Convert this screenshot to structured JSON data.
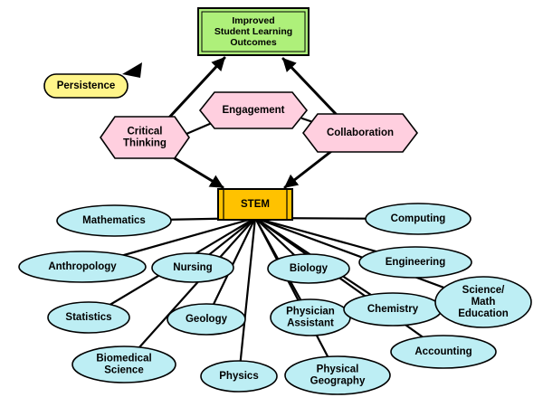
{
  "colors": {
    "outcomes_fill": "#aef07a",
    "stem_fill": "#ffc200",
    "skill_fill": "#ffcfdf",
    "discipline_fill": "#bdeef4",
    "persistence_fill": "#fff58a",
    "outline": "#000000"
  },
  "nodes": {
    "outcomes": {
      "lines": [
        "Improved",
        "Student Learning",
        "Outcomes"
      ]
    },
    "stem": {
      "lines": [
        "STEM"
      ]
    },
    "persistence": {
      "lines": [
        "Persistence"
      ]
    },
    "engagement": {
      "lines": [
        "Engagement"
      ]
    },
    "critical_thinking": {
      "lines": [
        "Critical",
        "Thinking"
      ]
    },
    "collaboration": {
      "lines": [
        "Collaboration"
      ]
    },
    "mathematics": {
      "lines": [
        "Mathematics"
      ]
    },
    "computing": {
      "lines": [
        "Computing"
      ]
    },
    "anthropology": {
      "lines": [
        "Anthropology"
      ]
    },
    "nursing": {
      "lines": [
        "Nursing"
      ]
    },
    "biology": {
      "lines": [
        "Biology"
      ]
    },
    "engineering": {
      "lines": [
        "Engineering"
      ]
    },
    "statistics": {
      "lines": [
        "Statistics"
      ]
    },
    "geology": {
      "lines": [
        "Geology"
      ]
    },
    "physician_assistant": {
      "lines": [
        "Physician",
        "Assistant"
      ]
    },
    "chemistry": {
      "lines": [
        "Chemistry"
      ]
    },
    "science_math_education": {
      "lines": [
        "Science/",
        "Math",
        "Education"
      ]
    },
    "accounting": {
      "lines": [
        "Accounting"
      ]
    },
    "biomedical_science": {
      "lines": [
        "Biomedical",
        "Science"
      ]
    },
    "physics": {
      "lines": [
        "Physics"
      ]
    },
    "physical_geography": {
      "lines": [
        "Physical",
        "Geography"
      ]
    }
  },
  "edges": [
    {
      "from": "critical_thinking",
      "to": "outcomes",
      "arrow": true
    },
    {
      "from": "collaboration",
      "to": "outcomes",
      "arrow": true
    },
    {
      "from": "critical_thinking",
      "to": "stem",
      "arrow": true
    },
    {
      "from": "collaboration",
      "to": "stem",
      "arrow": true
    },
    {
      "from": "critical_thinking",
      "to": "engagement",
      "arrow": false
    },
    {
      "from": "engagement",
      "to": "collaboration",
      "arrow": false
    },
    {
      "from": "stem",
      "to": "mathematics",
      "arrow": false
    },
    {
      "from": "stem",
      "to": "computing",
      "arrow": false
    },
    {
      "from": "stem",
      "to": "anthropology",
      "arrow": false
    },
    {
      "from": "stem",
      "to": "nursing",
      "arrow": false
    },
    {
      "from": "stem",
      "to": "biology",
      "arrow": false
    },
    {
      "from": "stem",
      "to": "engineering",
      "arrow": false
    },
    {
      "from": "stem",
      "to": "statistics",
      "arrow": false
    },
    {
      "from": "stem",
      "to": "geology",
      "arrow": false
    },
    {
      "from": "stem",
      "to": "physician_assistant",
      "arrow": false
    },
    {
      "from": "stem",
      "to": "chemistry",
      "arrow": false
    },
    {
      "from": "stem",
      "to": "science_math_education",
      "arrow": false
    },
    {
      "from": "stem",
      "to": "accounting",
      "arrow": false
    },
    {
      "from": "stem",
      "to": "biomedical_science",
      "arrow": false
    },
    {
      "from": "stem",
      "to": "physics",
      "arrow": false
    },
    {
      "from": "stem",
      "to": "physical_geography",
      "arrow": false
    }
  ]
}
